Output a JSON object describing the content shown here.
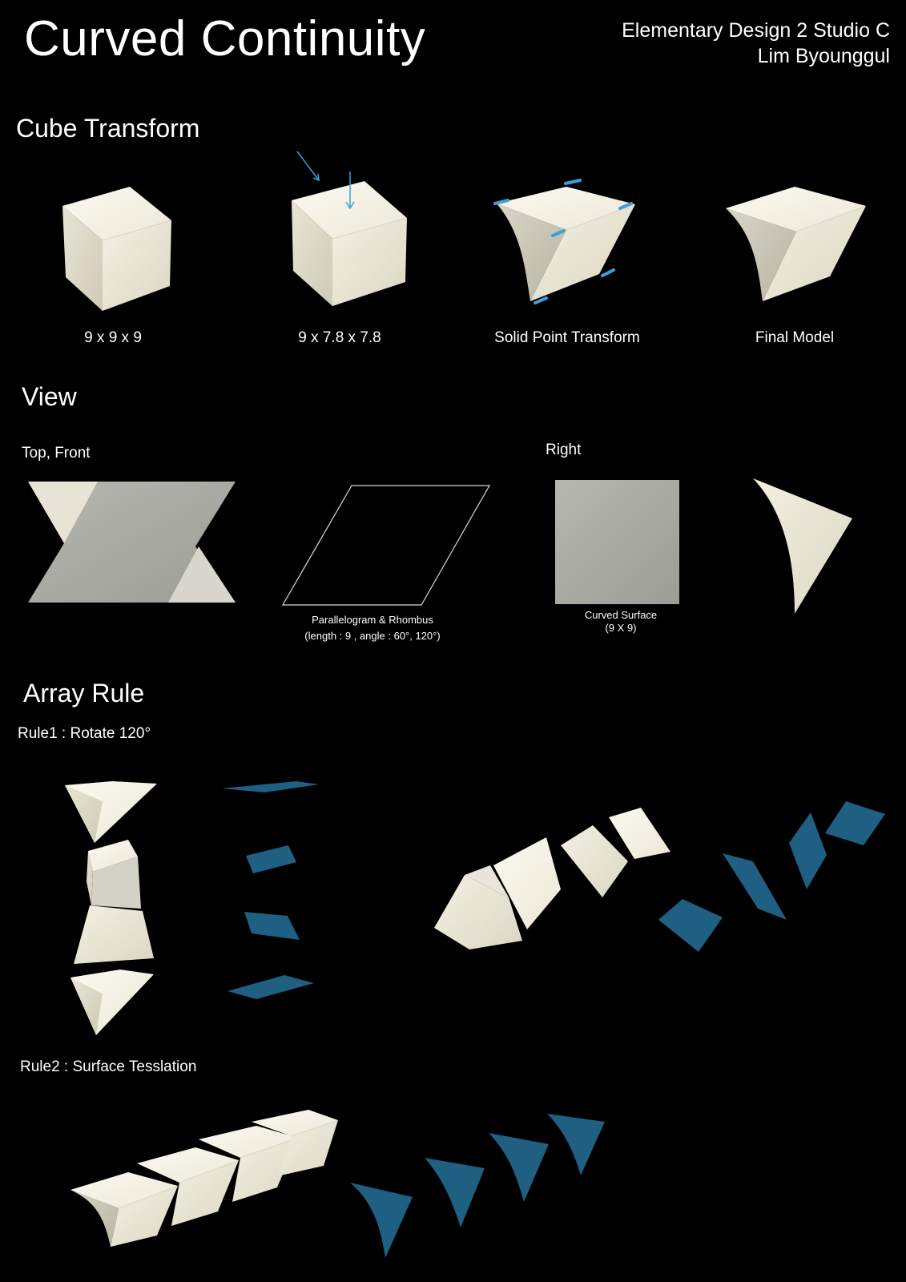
{
  "header": {
    "title": "Curved Continuity",
    "studio": "Elementary Design 2 Studio C",
    "author": "Lim Byounggul"
  },
  "cube_transform": {
    "heading": "Cube Transform",
    "steps": [
      {
        "caption": "9 x 9 x 9",
        "icon": "cube-model"
      },
      {
        "caption": "9 x 7.8 x 7.8",
        "icon": "compressed-cube-model"
      },
      {
        "caption": "Solid Point Transform",
        "icon": "transformed-solid-model"
      },
      {
        "caption": "Final Model",
        "icon": "final-model"
      }
    ]
  },
  "view": {
    "heading": "View",
    "top_front_label": "Top, Front",
    "right_label": "Right",
    "parallelogram_caption_1": "Parallelogram & Rhombus",
    "parallelogram_caption_2": "(length : 9 , angle : 60°, 120°)",
    "surface_caption_1": "Curved Surface",
    "surface_caption_2": "(9 X 9)"
  },
  "array_rule": {
    "heading": "Array Rule",
    "rule1": "Rule1 : Rotate 120°",
    "rule2": "Rule2 : Surface Tesslation"
  },
  "colors": {
    "background": "#000000",
    "text": "#ffffff",
    "model_light": "#f2efe2",
    "model_shade": "#d8d4c4",
    "accent_blue": "#1e5f82",
    "arrow_blue": "#3aa0dc"
  }
}
